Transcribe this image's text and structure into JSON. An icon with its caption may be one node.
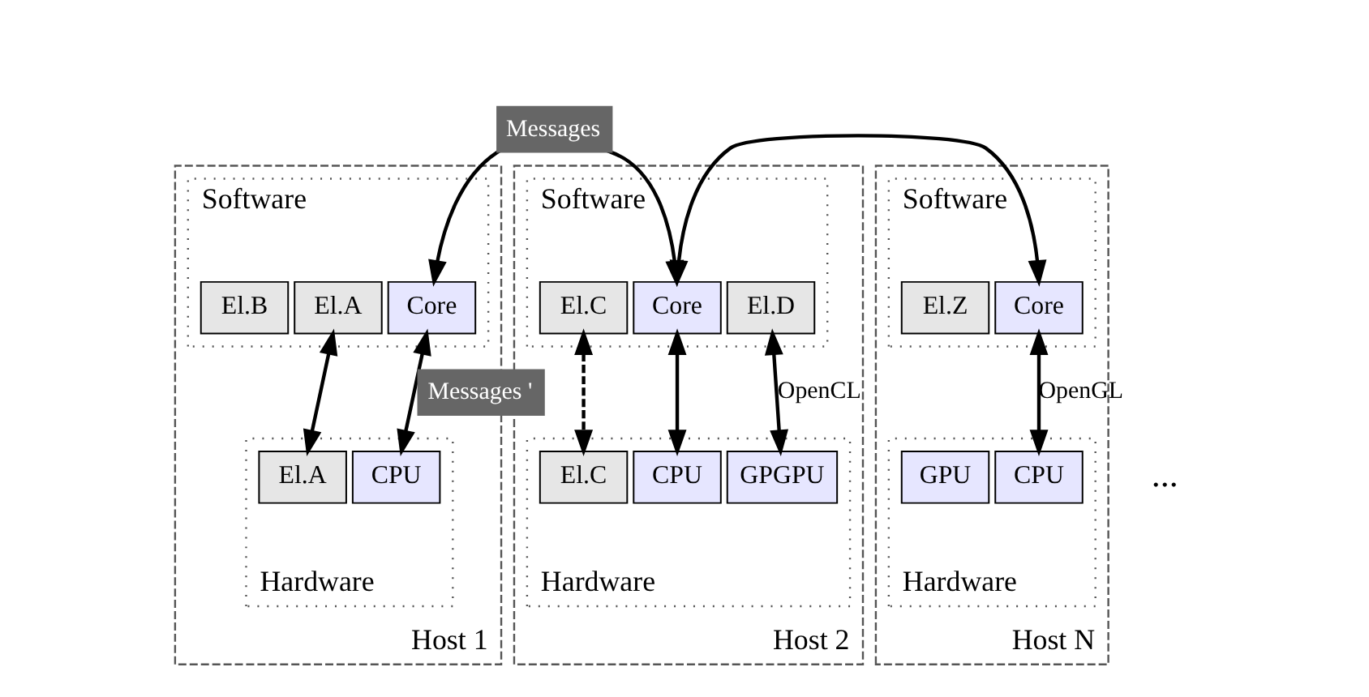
{
  "diagram": {
    "nodes": [
      {
        "text": [
          "Host 1"
        ]
      },
      {
        "text": [
          "Software"
        ],
        "in": 0
      },
      {
        "text": [
          "El.A"
        ],
        "in": 1
      },
      {
        "text": [
          "Core"
        ],
        "in": 1
      },
      {
        "text": [
          "El.B"
        ],
        "in": 1
      },
      {
        "text": [
          "Hardware"
        ],
        "in": 0
      },
      {
        "text": [
          "El.A"
        ],
        "in": 5
      },
      {
        "text": [
          "CPU"
        ],
        "in": 5
      },
      {
        "text": [
          "Host 2"
        ]
      },
      {
        "text": [
          "Software"
        ],
        "in": 8
      },
      {
        "text": [
          "El.C"
        ],
        "in": 9
      },
      {
        "text": [
          "Core"
        ],
        "in": 9
      },
      {
        "text": [
          "El.D"
        ],
        "in": 9
      },
      {
        "text": [
          "Hardware"
        ],
        "in": 8
      },
      {
        "text": [
          "El.C"
        ],
        "in": 13
      },
      {
        "text": [
          "CPU"
        ],
        "in": 13
      },
      {
        "text": [
          "GPGPU"
        ],
        "in": 13
      },
      {
        "text": [
          "Host N"
        ]
      },
      {
        "text": [
          "Software"
        ],
        "in": 17
      },
      {
        "text": [
          "Core"
        ],
        "in": 18
      },
      {
        "text": [
          "El.Z"
        ],
        "in": 18
      },
      {
        "text": [
          "Hardware"
        ],
        "in": 17
      },
      {
        "text": [
          "CPU"
        ],
        "in": 21
      },
      {
        "text": [
          "GPU"
        ],
        "in": 21
      }
    ],
    "edges": [
      {
        "from": 11,
        "to": 3,
        "arrow": "both",
        "label": "Messages"
      },
      {
        "from": 11,
        "to": 19,
        "arrow": "both"
      },
      {
        "from": 2,
        "to": 6,
        "arrow": "both"
      },
      {
        "from": 3,
        "to": 7,
        "arrow": "both",
        "label": "Messages '"
      },
      {
        "from": 10,
        "to": 14,
        "arrow": "both",
        "style": "dashed"
      },
      {
        "from": 11,
        "to": 15,
        "arrow": "both"
      },
      {
        "from": 12,
        "to": 16,
        "arrow": "both",
        "label": "OpenCL"
      },
      {
        "from": 19,
        "to": 22,
        "arrow": "both",
        "label": "OpenGL"
      }
    ],
    "labels": [
      "..."
    ]
  }
}
